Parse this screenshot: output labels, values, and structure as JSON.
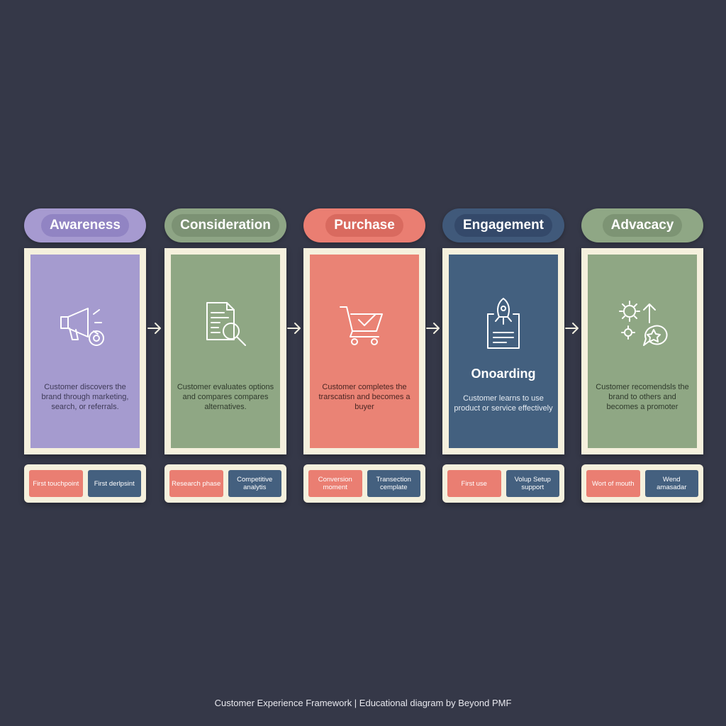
{
  "stages": [
    {
      "title": "Awareness",
      "pill_color": "#a69ad0",
      "pill_inner_color": "#9184c3",
      "card_color": "#a59bcf",
      "text_color": "#3e3a57",
      "icon": "megaphone-icon",
      "subtitle": "",
      "description": "Customer discovers the brand through marketing, search, or referrals.",
      "tags": [
        "First touchpoint",
        "First derlpsint"
      ]
    },
    {
      "title": "Consideration",
      "pill_color": "#8ea585",
      "pill_inner_color": "#7c9274",
      "card_color": "#8fa784",
      "text_color": "#2f3a2c",
      "icon": "document-search-icon",
      "subtitle": "",
      "description": "Customer evaluates options and compares compares alternatives.",
      "tags": [
        "Research phase",
        "Competitive analytis"
      ]
    },
    {
      "title": "Purchase",
      "pill_color": "#ea7e72",
      "pill_inner_color": "#d96a5f",
      "card_color": "#ea8375",
      "text_color": "#4a2522",
      "icon": "shopping-cart-icon",
      "subtitle": "",
      "description": "Customer completes the trarscatisn and becomes a buyer",
      "tags": [
        "Conversion moment",
        "Transection cemplate"
      ]
    },
    {
      "title": "Engagement",
      "pill_color": "#40597a",
      "pill_inner_color": "#34496a",
      "card_color": "#43607f",
      "text_color": "#e6ecf3",
      "icon": "rocket-clipboard-icon",
      "subtitle": "Onoarding",
      "description": "Customer learns to use product or service effectively",
      "tags": [
        "First use",
        "Volup Setup support"
      ]
    },
    {
      "title": "Advacacy",
      "pill_color": "#8fa785",
      "pill_inner_color": "#7d9474",
      "card_color": "#8fa784",
      "text_color": "#2f3a2c",
      "icon": "gears-star-icon",
      "subtitle": "",
      "description": "Customer recomendsls the brand to others and becomes a promoter",
      "tags": [
        "Wort of mouth",
        "Wend amasadar"
      ]
    }
  ],
  "footer": "Customer Experience Framework | Educational diagram by Beyond PMF"
}
